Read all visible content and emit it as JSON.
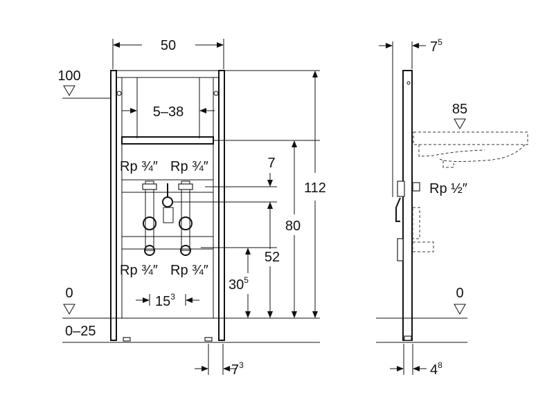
{
  "front_view": {
    "width": "50",
    "top_level": "100",
    "adjust_range": "5–38",
    "rp_top_left": "Rp ¾″",
    "rp_top_right": "Rp ¾″",
    "rp_bottom_left": "Rp ¾″",
    "rp_bottom_right": "Rp ¾″",
    "dim_7": "7",
    "height_total": "112",
    "height_80": "80",
    "height_52": "52",
    "height_30_base": "30",
    "height_30_sup": "5",
    "spacing_base": "15",
    "spacing_sup": "3",
    "floor_level": "0",
    "floor_range": "0–25",
    "leg_base": "7",
    "leg_sup": "3"
  },
  "side_view": {
    "depth_base": "7",
    "depth_sup": "5",
    "basin_level": "85",
    "rp_connection": "Rp ½″",
    "floor_level": "0",
    "foot_base": "4",
    "foot_sup": "8"
  }
}
